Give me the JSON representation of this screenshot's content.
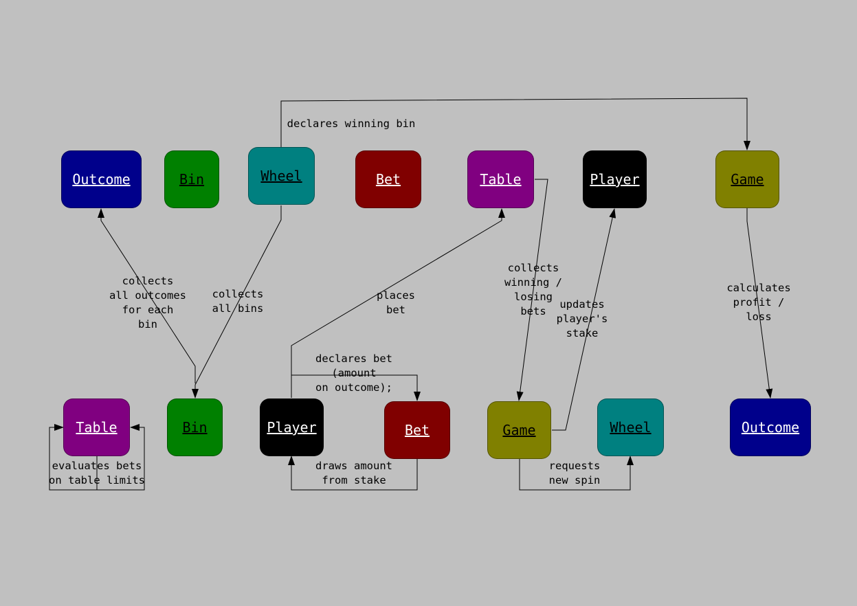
{
  "colors": {
    "background": "#c0c0c0",
    "outcome": "#00008b",
    "bin": "#008000",
    "wheel": "#008080",
    "bet": "#800000",
    "table": "#800080",
    "player": "#000000",
    "game": "#808000"
  },
  "nodes": {
    "top_outcome": "Outcome",
    "top_bin": "Bin",
    "top_wheel": "Wheel",
    "top_bet": "Bet",
    "top_table": "Table",
    "top_player": "Player",
    "top_game": "Game",
    "bottom_table": "Table",
    "bottom_bin": "Bin",
    "bottom_player": "Player",
    "bottom_bet": "Bet",
    "bottom_game": "Game",
    "bottom_wheel": "Wheel",
    "bottom_outcome": "Outcome"
  },
  "edge_labels": {
    "declares_winning_bin": "declares winning bin",
    "collects_all_outcomes": "collects\nall outcomes\nfor each\nbin",
    "collects_all_bins": "collects\nall bins",
    "places_bet": "places\nbet",
    "collects_winning_losing": "collects\nwinning /\nlosing\nbets",
    "updates_stake": "updates\nplayer's\nstake",
    "calculates_profit": "calculates\nprofit /\nloss",
    "declares_bet": "declares bet\n(amount\non outcome);",
    "evaluates_bets": "evaluates bets\non table limits",
    "draws_amount": "draws amount\nfrom stake",
    "requests_spin": "requests\nnew spin"
  }
}
